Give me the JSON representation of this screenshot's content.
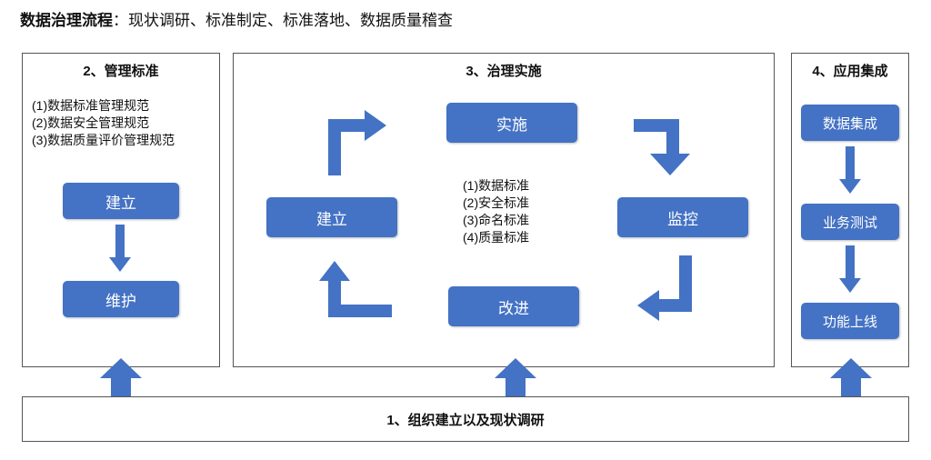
{
  "heading": {
    "bold": "数据治理流程",
    "rest": "：现状调研、标准制定、标准落地、数据质量稽查"
  },
  "panel2": {
    "title": "2、管理标准",
    "items": [
      "(1)数据标准管理规范",
      "(2)数据安全管理规范",
      "(3)数据质量评价管理规范"
    ],
    "box_build": "建立",
    "box_maintain": "维护"
  },
  "panel3": {
    "title": "3、治理实施",
    "box_build": "建立",
    "box_implement": "实施",
    "box_monitor": "监控",
    "box_improve": "改进",
    "standards": [
      "(1)数据标准",
      "(2)安全标准",
      "(3)命名标准",
      "(4)质量标准"
    ]
  },
  "panel4": {
    "title": "4、应用集成",
    "boxes": [
      "数据集成",
      "业务测试",
      "功能上线"
    ]
  },
  "bottom": {
    "label": "1、组织建立以及现状调研"
  },
  "colors": {
    "box": "#4472c4",
    "border": "#555555"
  }
}
